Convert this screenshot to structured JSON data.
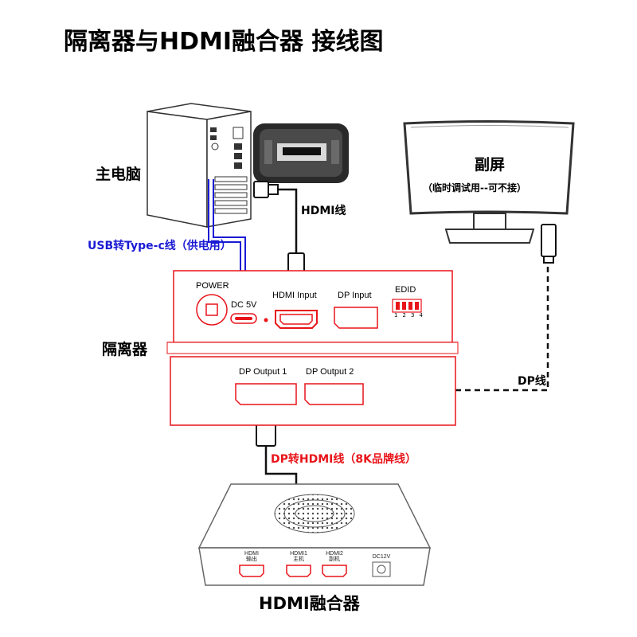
{
  "title": "隔离器与HDMI融合器 接线图",
  "labels": {
    "main_pc": "主电脑",
    "secondary_screen": "副屏",
    "secondary_note": "（临时调试用--可不接）",
    "isolator": "隔离器",
    "fusion": "HDMI融合器"
  },
  "cables": {
    "hdmi": "HDMI线",
    "usb": "USB转Type-c线（供电用）",
    "dp": "DP线",
    "dp_hdmi": "DP转HDMI线（8K品牌线）"
  },
  "isolator_front": {
    "power": "POWER",
    "dc": "DC 5V",
    "hdmi_input": "HDMI Input",
    "dp_input": "DP Input",
    "edid": "EDID",
    "edid_switches": [
      "1",
      "2",
      "3",
      "4"
    ]
  },
  "isolator_back": {
    "dp_out_1": "DP Output 1",
    "dp_out_2": "DP Output 2"
  },
  "fusion_ports": {
    "hdmi_out": "HDMI",
    "hdmi_out_sub": "输出",
    "hdmi1": "HDMI1",
    "hdmi1_sub": "主机",
    "hdmi2": "HDMI2",
    "hdmi2_sub": "副机",
    "dc12v": "DC12V"
  },
  "colors": {
    "device_outline": "#e8141a",
    "usb_label": "#1a1ad4",
    "dp_hdmi_label": "#e8141a",
    "line": "#000000"
  }
}
